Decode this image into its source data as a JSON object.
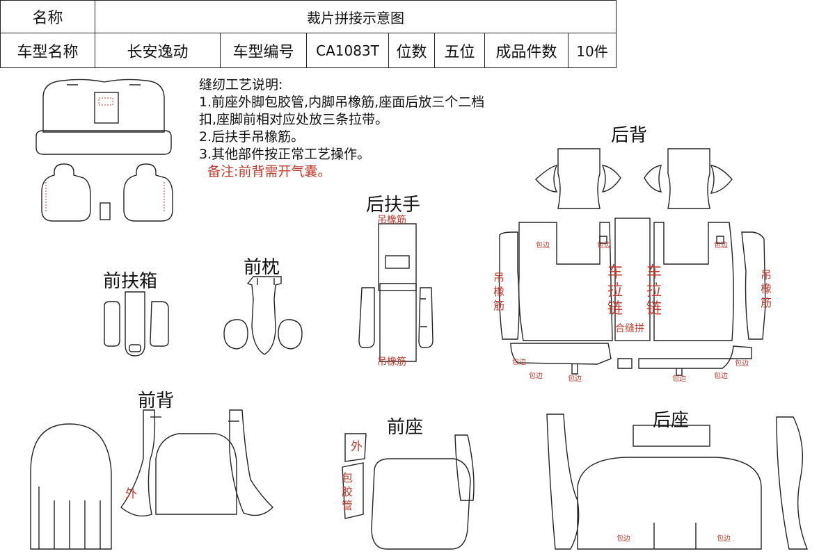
{
  "header": {
    "name_label": "名称",
    "title": "裁片拼接示意图",
    "model_name_label": "车型名称",
    "model_name": "长安逸动",
    "model_code_label": "车型编号",
    "model_code": "CA1083T",
    "seats_label": "位数",
    "seats": "五位",
    "pieces_label": "成品件数",
    "pieces": "10件"
  },
  "notes": {
    "heading": "缝纫工艺说明:",
    "line1": "1.前座外脚包胶管,内脚吊橡筋,座面后放三个二档",
    "line2": "扣,座脚前相对应处放三条拉带。",
    "line3": "2.后扶手吊橡筋。",
    "line4": "3.其他部件按正常工艺操作。",
    "remark": "备注:前背需开气囊。"
  },
  "sections": {
    "front_armbox": "前扶箱",
    "front_headrest": "前枕",
    "rear_armrest": "后扶手",
    "rear_back": "后背",
    "front_back": "前背",
    "front_seat": "前座",
    "rear_seat": "后座"
  },
  "annotations": {
    "elastic": "吊橡筋",
    "binding": "包边",
    "zipper": "车拉链",
    "outer": "外",
    "piping": "包胶管",
    "join": "合缝拼"
  },
  "colors": {
    "line": "#222222",
    "annotation_red": "#c0392b",
    "background": "#ffffff"
  }
}
